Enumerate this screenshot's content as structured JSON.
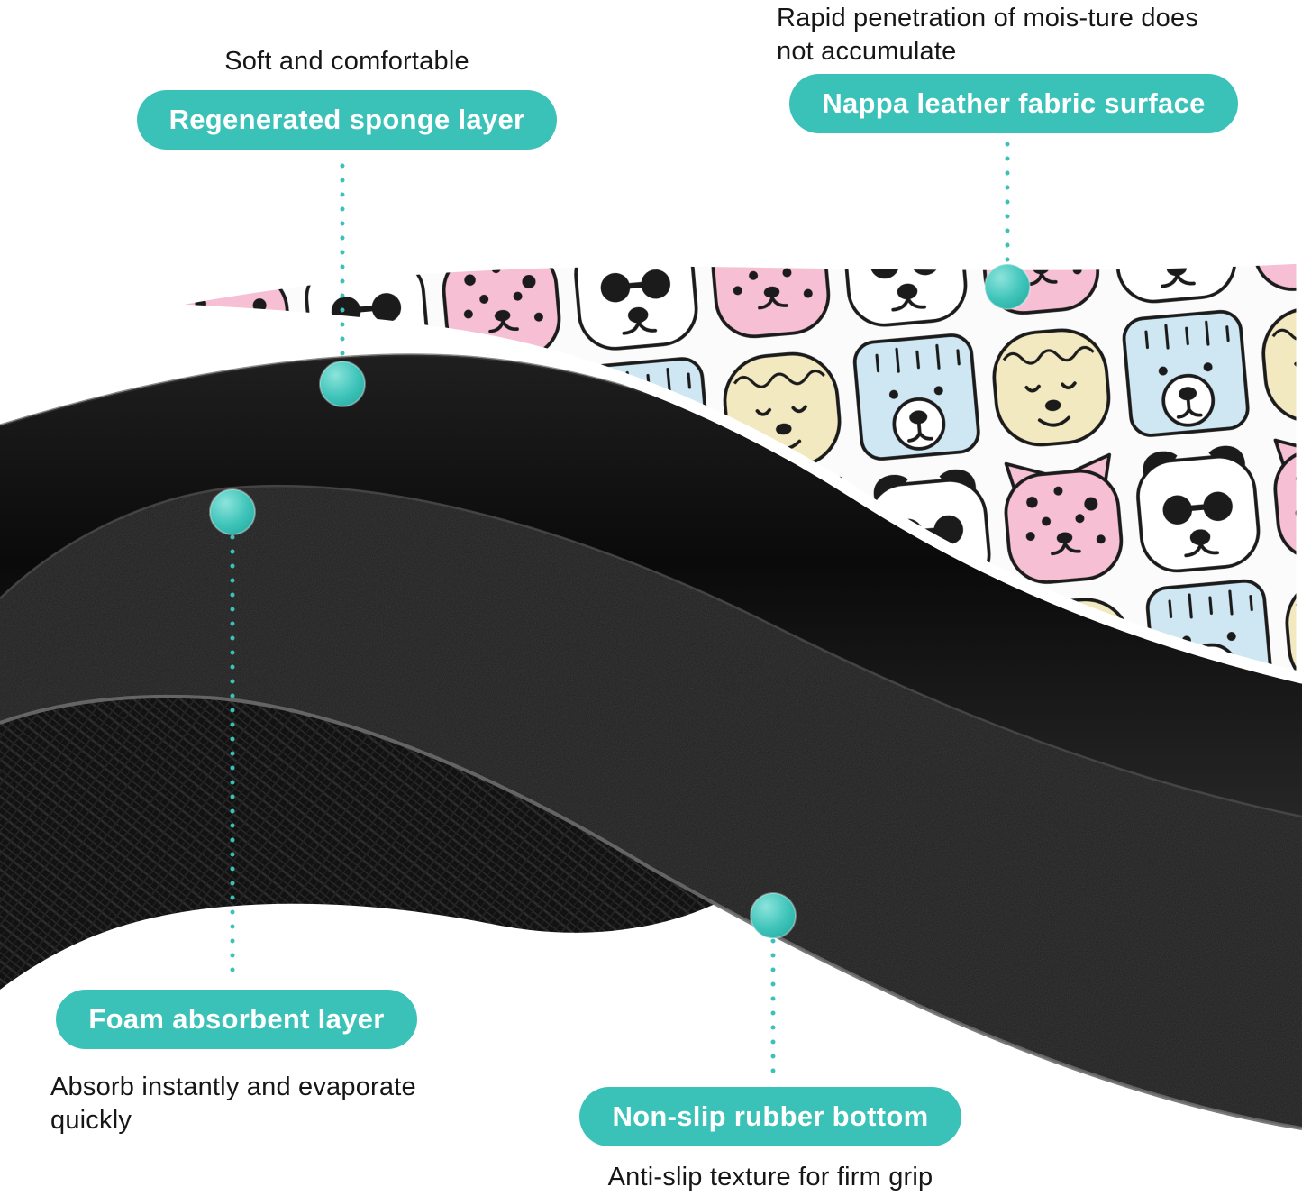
{
  "meta": {
    "description": "Product layer infographic of a printed doodle-dog mat showing its four construction layers"
  },
  "colors": {
    "accent_teal": "#3bc2b8",
    "text_dark": "#161616",
    "mat_black": "#161616",
    "surface_rim_white": "#ffffff"
  },
  "callouts": {
    "sponge": {
      "caption": "Soft and comfortable",
      "label": "Regenerated sponge layer"
    },
    "surface": {
      "caption_line1": "Rapid penetration of mois-ture does",
      "caption_line2": "not accumulate",
      "label": "Nappa leather fabric surface"
    },
    "foam": {
      "label": "Foam absorbent layer",
      "caption_line1": "Absorb instantly and evaporate",
      "caption_line2": "quickly"
    },
    "rubber": {
      "label": "Non-slip rubber bottom",
      "caption": "Anti-slip texture for firm grip"
    }
  }
}
